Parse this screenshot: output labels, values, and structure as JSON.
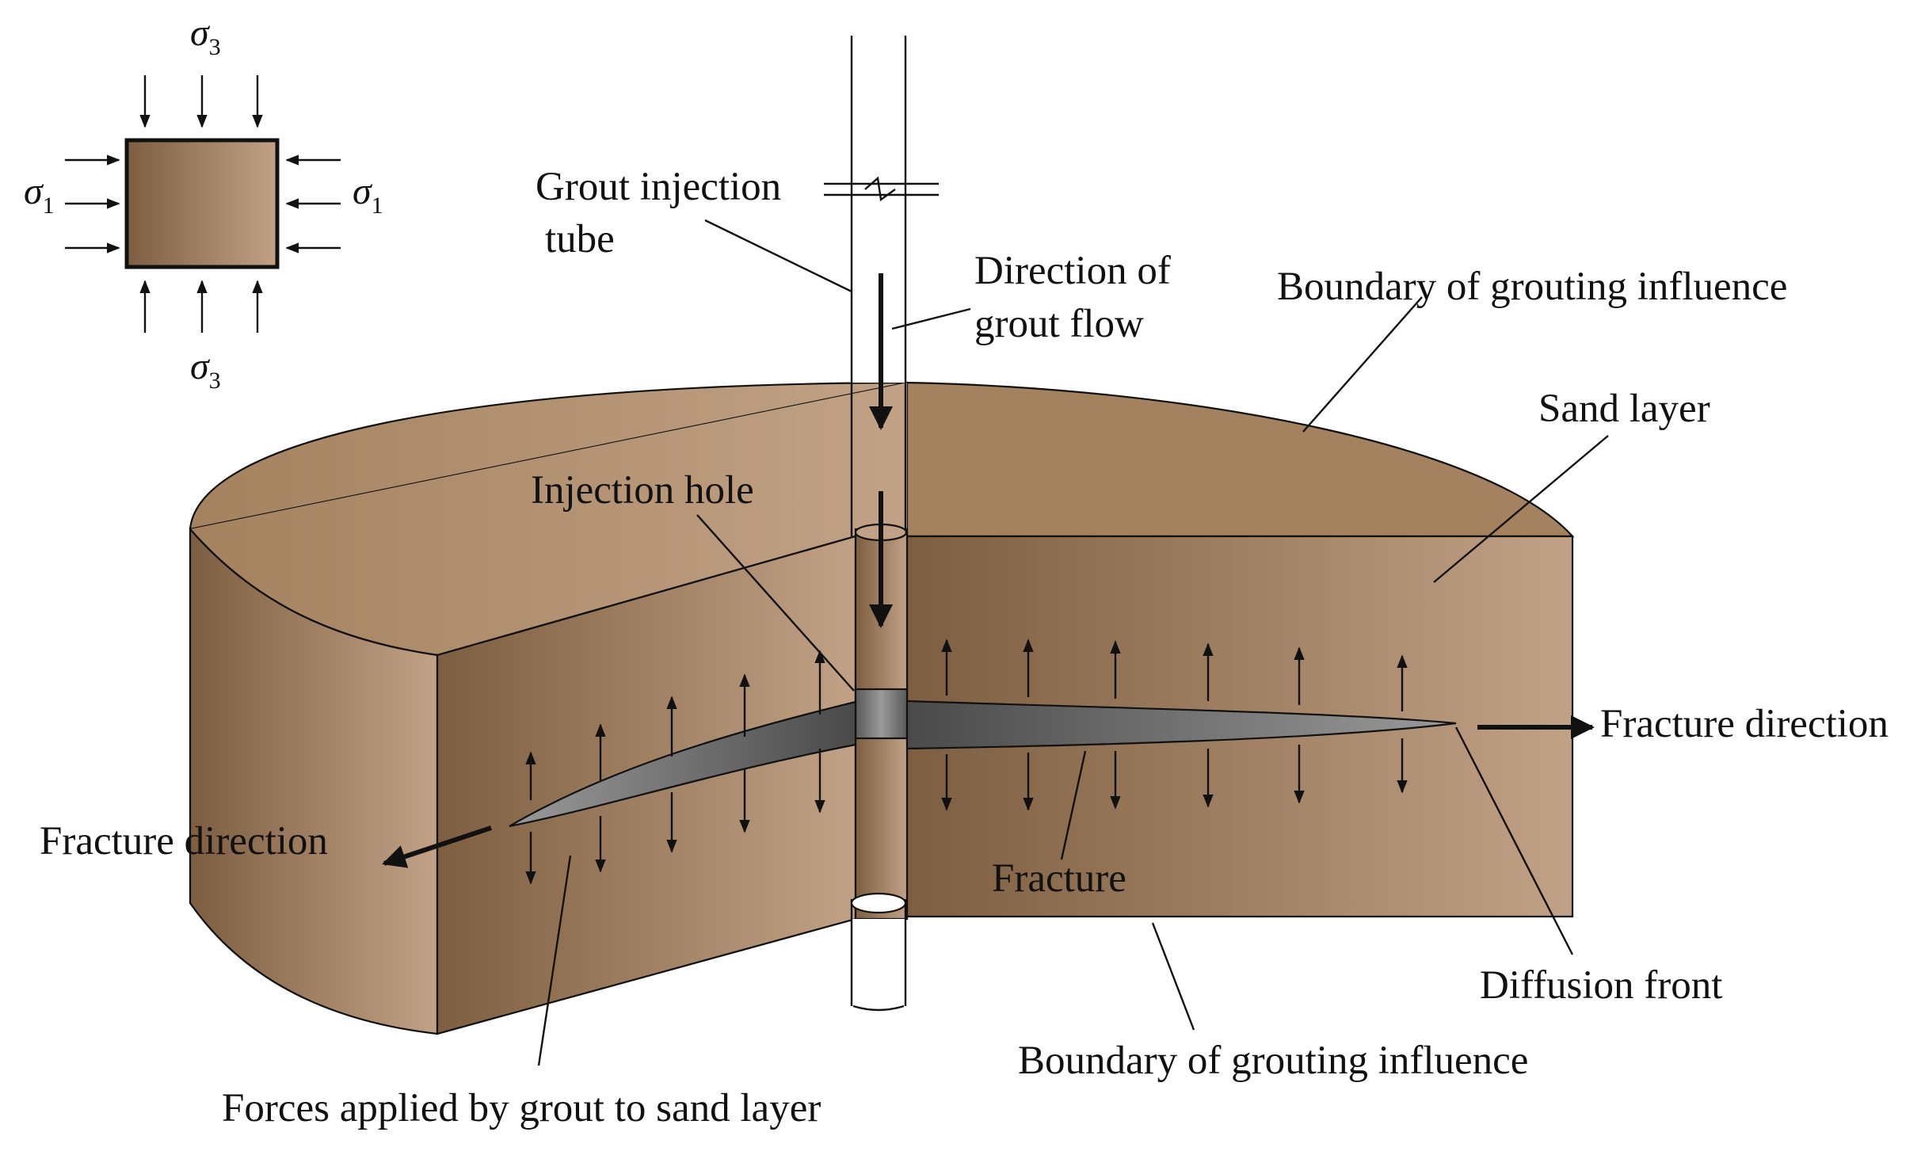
{
  "colors": {
    "sand_light": "#c2a286",
    "sand_mid": "#a4825f",
    "sand_dark": "#7e5e40",
    "fracture_dark": "#4a4a4a",
    "fracture_light": "#9a9a9a",
    "line": "#111111"
  },
  "stress_element": {
    "sigma_symbol": "σ",
    "sigma3_subscript": "3",
    "sigma1_subscript": "1"
  },
  "labels": {
    "grout_injection_tube_line1": "Grout injection",
    "grout_injection_tube_line2": "tube",
    "direction_of_grout_flow_line1": "Direction of",
    "direction_of_grout_flow_line2": "grout flow",
    "boundary_top": "Boundary of grouting influence",
    "sand_layer": "Sand layer",
    "injection_hole": "Injection hole",
    "fracture_direction_right": "Fracture direction",
    "fracture_direction_left": "Fracture direction",
    "fracture": "Fracture",
    "diffusion_front": "Diffusion front",
    "boundary_bottom": "Boundary of grouting influence",
    "forces_applied": "Forces applied by grout to sand layer"
  }
}
